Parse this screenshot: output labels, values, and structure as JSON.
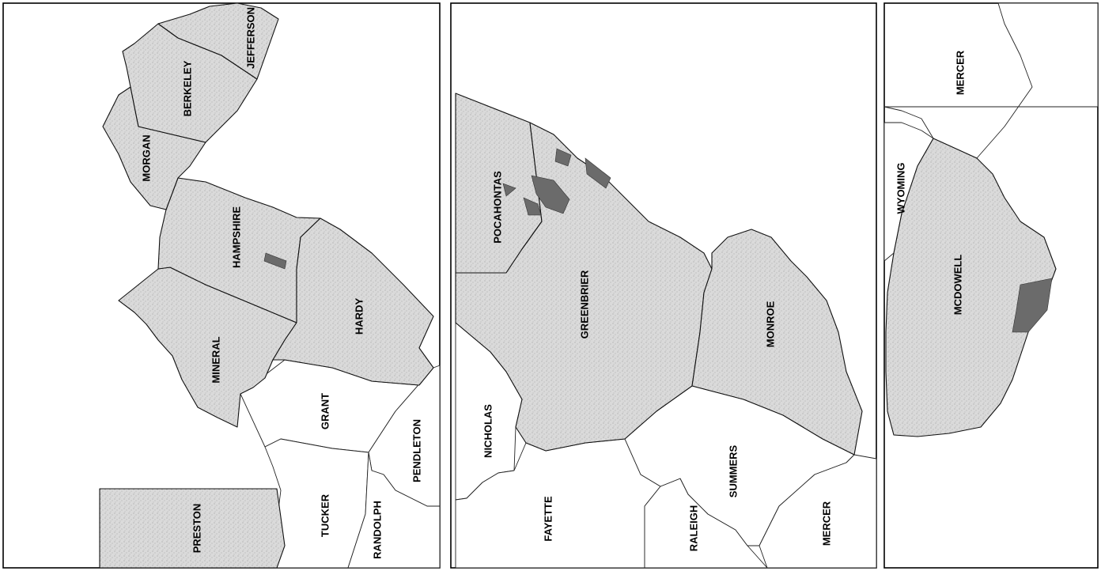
{
  "panels": [
    {
      "id": "north",
      "counties": {
        "jefferson": "JEFFERSON",
        "berkeley": "BERKELEY",
        "morgan": "MORGAN",
        "hampshire": "HAMPSHIRE",
        "hardy": "HARDY",
        "mineral": "MINERAL",
        "grant": "GRANT",
        "pendleton": "PENDLETON",
        "tucker": "TUCKER",
        "randolph": "RANDOLPH",
        "preston": "PRESTON"
      }
    },
    {
      "id": "central",
      "counties": {
        "pocahontas": "POCAHONTAS",
        "greenbrier": "GREENBRIER",
        "monroe": "MONROE",
        "nicholas": "NICHOLAS",
        "fayette": "FAYETTE",
        "raleigh": "RALEIGH",
        "summers": "SUMMERS",
        "mercer": "MERCER"
      }
    },
    {
      "id": "south",
      "counties": {
        "mercer": "MERCER",
        "wyoming": "WYOMING",
        "mcdowell": "MCDOWELL"
      }
    }
  ],
  "colors": {
    "shaded_county": "#d9d9d9",
    "highlight_area": "#6b6b6b",
    "frame": "#000000"
  }
}
